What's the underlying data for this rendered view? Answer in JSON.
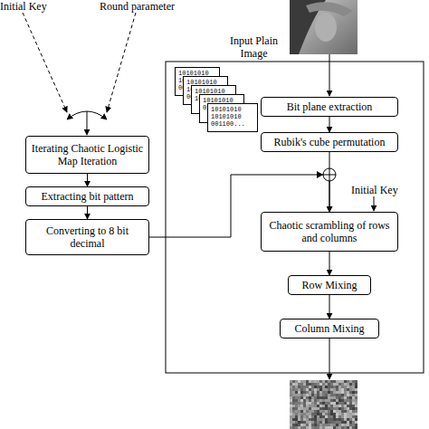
{
  "diagram": {
    "nodes": [
      {
        "text": [
          "Iterating Chaotic Logistic Map Iteration"
        ]
      },
      {
        "text": [
          "Extracting bit pattern"
        ]
      },
      {
        "text": [
          "Converting to 8 bit decimal"
        ]
      },
      {
        "text": [
          "10101010 10101010 00"
        ]
      },
      {
        "text": [
          "10101010 10101000 00"
        ]
      },
      {
        "text": [
          "10101010 10100 0"
        ]
      },
      {
        "text": [
          "10101010 0101000 00"
        ]
      },
      {
        "text": [
          "10101010 10101010 001100..."
        ]
      },
      {
        "text": [
          "Bit plane extraction"
        ]
      },
      {
        "text": [
          "Rubik's cube permutation"
        ]
      },
      {
        "text": [
          "Chaotic scrambling of rows and columns"
        ]
      },
      {
        "text": [
          "Row Mixing"
        ]
      },
      {
        "text": [
          "Column Mixing"
        ]
      }
    ],
    "edges": [
      {
        "from": 0,
        "to": 1,
        "arrow": "to"
      },
      {
        "from": 1,
        "to": 2,
        "arrow": "to"
      },
      {
        "from": 2,
        "to": 10,
        "arrow": "to"
      },
      {
        "from": 8,
        "to": 9,
        "arrow": "to"
      },
      {
        "from": 9,
        "to": 10,
        "arrow": "to"
      },
      {
        "from": 10,
        "to": 11,
        "arrow": "to"
      },
      {
        "from": 11,
        "to": 12,
        "arrow": "to"
      }
    ],
    "labels": [
      "Initial Key",
      "Round parameter",
      "Input Plain Image",
      "Initial Key"
    ]
  }
}
